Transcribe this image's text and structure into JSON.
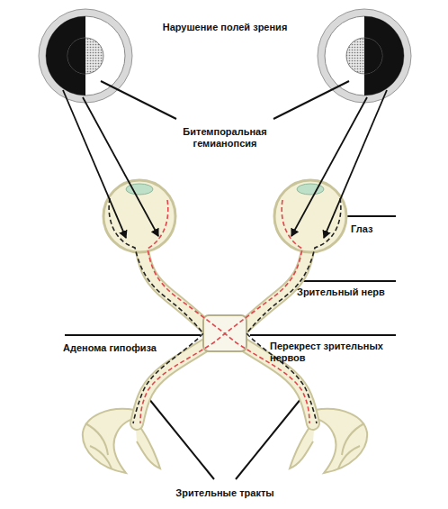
{
  "diagram": {
    "labels": [
      "Нарушение полей зрения",
      "Битемпоральная гемианопсия",
      "Глаз",
      "Зрительный нерв",
      "Аденома гипофиза",
      "Перекрест зрительных нервов",
      "Зрительные тракты"
    ]
  }
}
